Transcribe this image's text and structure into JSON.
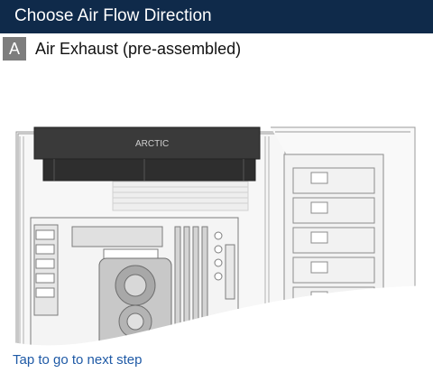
{
  "header": {
    "title": "Choose Air Flow Direction"
  },
  "step": {
    "badge": "A",
    "title": "Air Exhaust (pre-assembled)"
  },
  "illustration": {
    "logo_text": "ARCTIC"
  },
  "footer": {
    "link_text": "Tap to go to next step"
  },
  "colors": {
    "header_bg": "#0f2a4a",
    "badge_bg": "#7d7d7d",
    "link": "#1f5aa6",
    "radiator": "#3a3a3a"
  }
}
